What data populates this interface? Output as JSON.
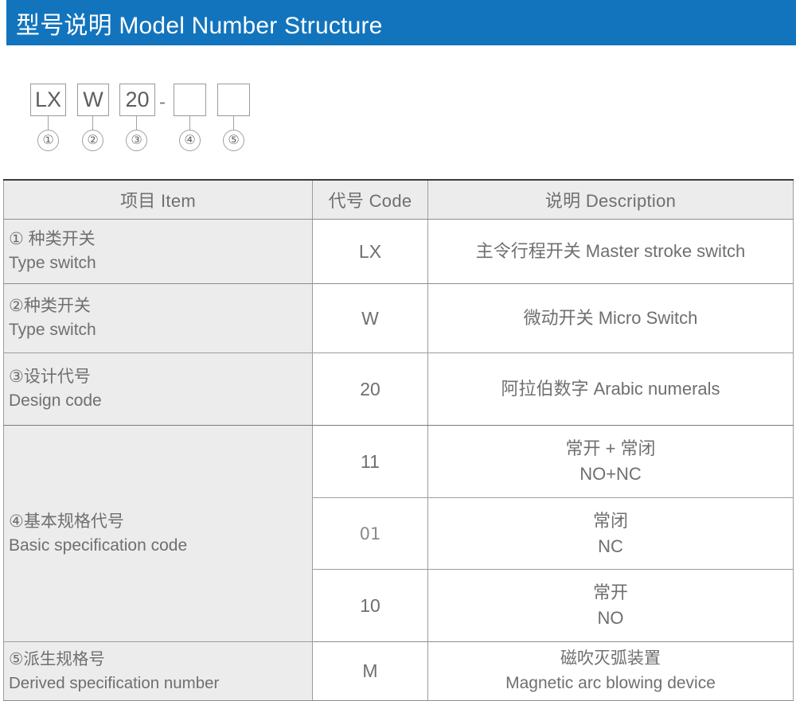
{
  "header": {
    "title_cn": "型号说明",
    "title_en": "Model Number Structure",
    "bar_color": "#1274bd",
    "text_color": "#ffffff"
  },
  "diagram": {
    "separator": "-",
    "boxes": [
      {
        "label": "LX",
        "marker": "①"
      },
      {
        "label": "W",
        "marker": "②"
      },
      {
        "label": "20",
        "marker": "③"
      },
      {
        "label": "",
        "marker": "④"
      },
      {
        "label": "",
        "marker": "⑤"
      }
    ]
  },
  "table": {
    "headers": {
      "item": "项目 Item",
      "code": "代号 Code",
      "description": "说明 Description"
    },
    "rows": [
      {
        "item_cn": "① 种类开关",
        "item_en": "Type switch",
        "code": "LX",
        "desc_line1": "主令行程开关 Master stroke switch",
        "desc_line2": ""
      },
      {
        "item_cn": "②种类开关",
        "item_en": "Type switch",
        "code": "W",
        "desc_line1": "微动开关 Micro Switch",
        "desc_line2": ""
      },
      {
        "item_cn": "③设计代号",
        "item_en": "Design code",
        "code": "20",
        "desc_line1": "阿拉伯数字 Arabic numerals",
        "desc_line2": ""
      },
      {
        "item_cn": "④基本规格代号",
        "item_en": "Basic specification code",
        "code": "11",
        "desc_line1": "常开 + 常闭",
        "desc_line2": "NO+NC"
      },
      {
        "item_cn": "",
        "item_en": "",
        "code": "01",
        "desc_line1": "常闭",
        "desc_line2": "NC"
      },
      {
        "item_cn": "",
        "item_en": "",
        "code": "10",
        "desc_line1": "常开",
        "desc_line2": "NO"
      },
      {
        "item_cn": "⑤派生规格号",
        "item_en": "Derived specification number",
        "code": "M",
        "desc_line1": "磁吹灭弧装置",
        "desc_line2": "Magnetic arc blowing device"
      }
    ]
  }
}
